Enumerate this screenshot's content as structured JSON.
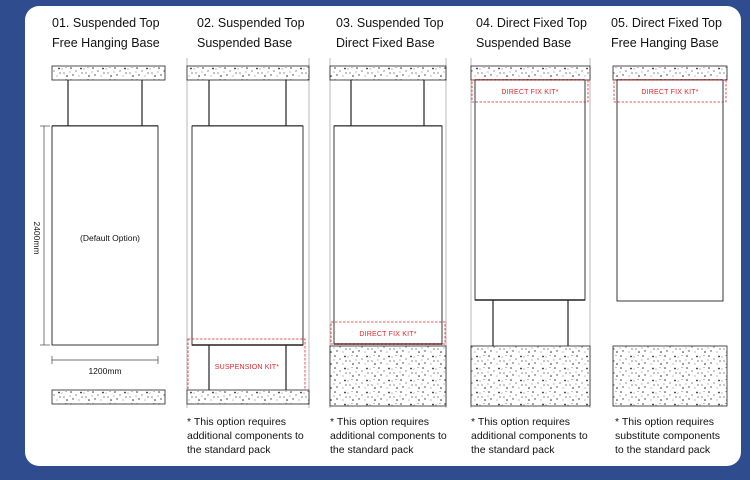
{
  "options": [
    {
      "number": "01.",
      "line1": "Suspended Top",
      "line2": "Free Hanging Base",
      "center_label": "(Default Option)",
      "dim_vertical": "2400mm",
      "dim_horizontal": "1200mm"
    },
    {
      "number": "02.",
      "line1": "Suspended Top",
      "line2": "Suspended Base",
      "kit_label": "SUSPENSION KIT*",
      "note": [
        "* This option requires",
        "additional components to",
        "the standard pack"
      ]
    },
    {
      "number": "03.",
      "line1": "Suspended Top",
      "line2": "Direct Fixed Base",
      "kit_label": "DIRECT FIX KIT*",
      "note": [
        "* This option requires",
        "additional components to",
        "the standard pack"
      ]
    },
    {
      "number": "04.",
      "line1": "Direct Fixed Top",
      "line2": "Suspended Base",
      "kit_label": "DIRECT FIX KIT*",
      "note": [
        "* This option requires",
        "additional components to",
        "the standard pack"
      ]
    },
    {
      "number": "05.",
      "line1": "Direct Fixed Top",
      "line2": "Free Hanging Base",
      "kit_label": "DIRECT FIX KIT*",
      "note": [
        "* This option requires",
        "substitute components",
        "to the standard pack"
      ]
    }
  ],
  "colors": {
    "background": "#2f4c8f",
    "kit_red": "#e0262b",
    "line": "#222222"
  }
}
